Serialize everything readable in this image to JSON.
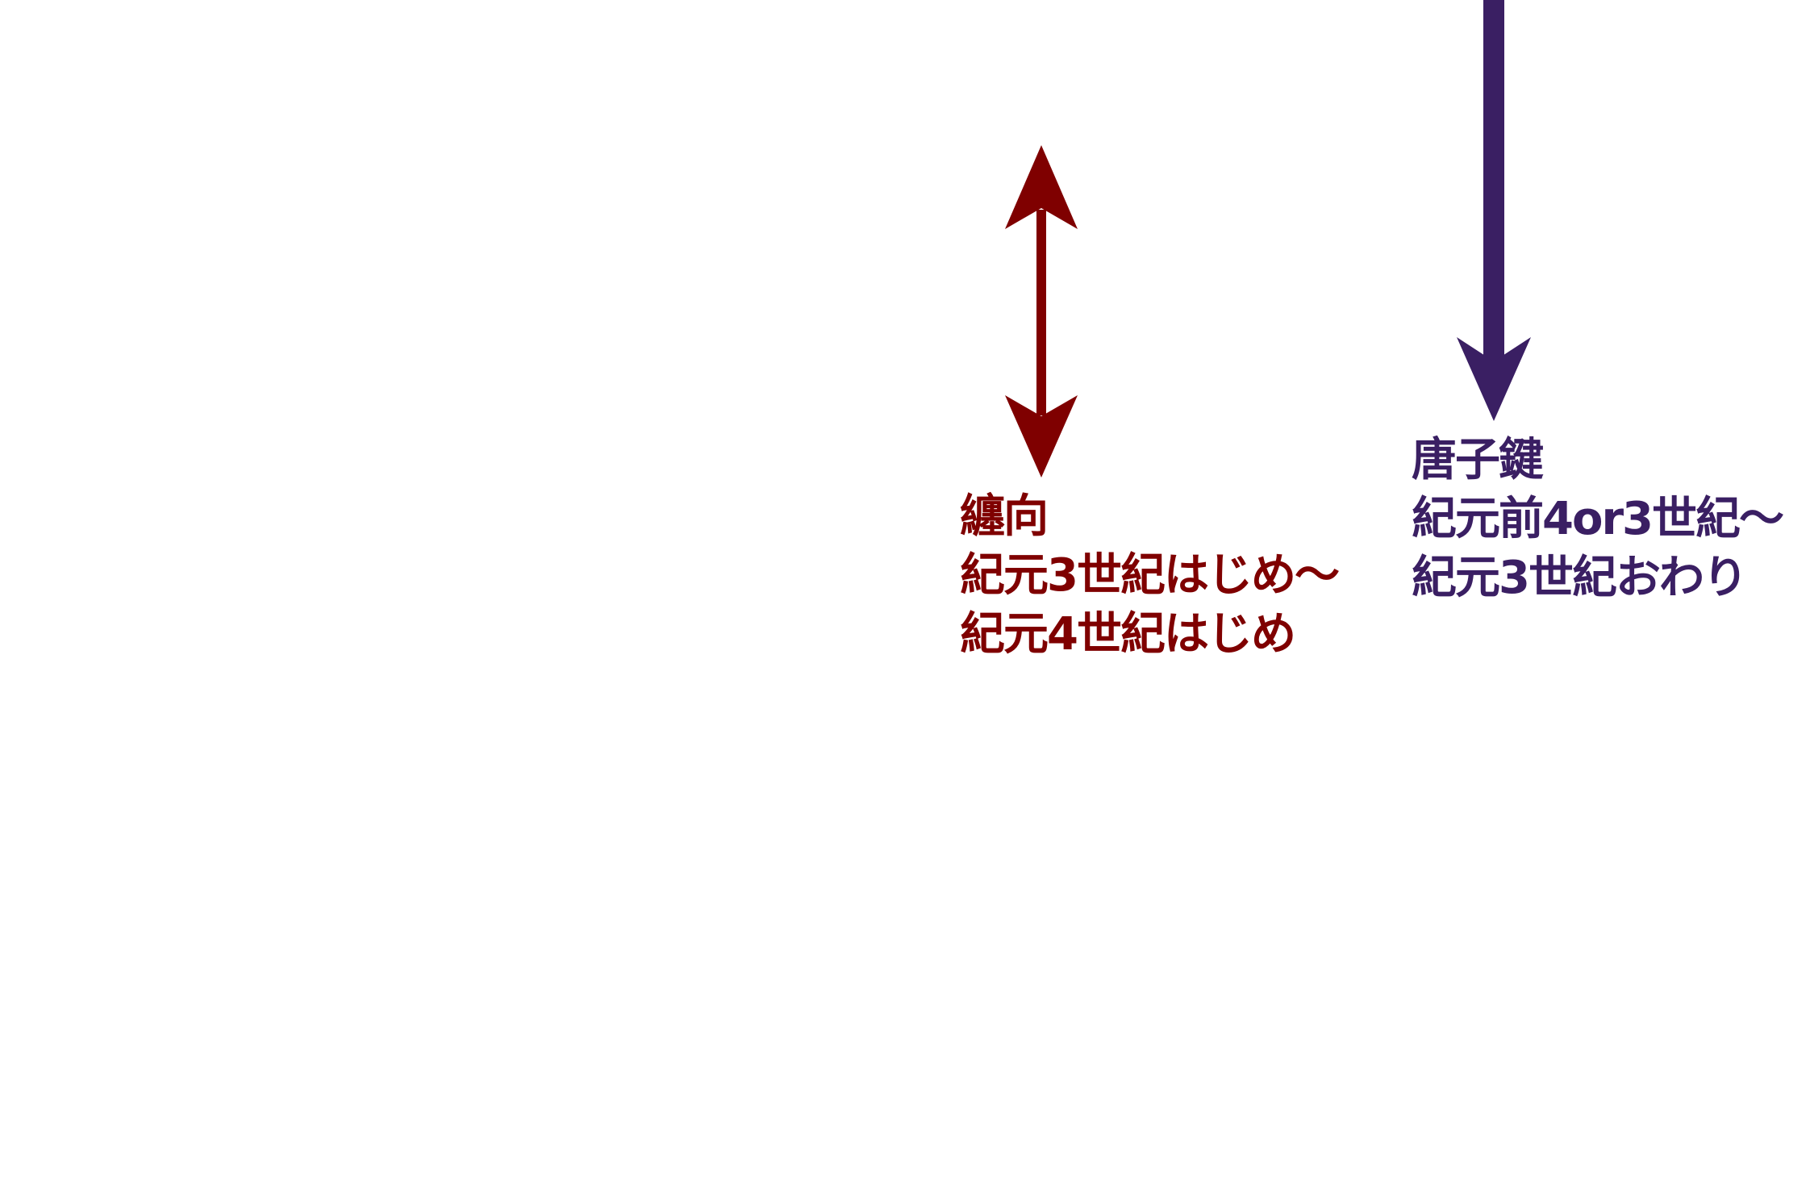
{
  "sites": [
    {
      "name": "纏向",
      "period_line1": "紀元3世紀はじめ〜",
      "period_line2": "紀元4世紀はじめ",
      "color": "#7f0000",
      "arrow": "double-headed"
    },
    {
      "name": "唐子鍵",
      "period_line1": "紀元前4or3世紀〜",
      "period_line2": "紀元3世紀おわり",
      "color": "#3a1f63",
      "arrow": "downward"
    }
  ]
}
